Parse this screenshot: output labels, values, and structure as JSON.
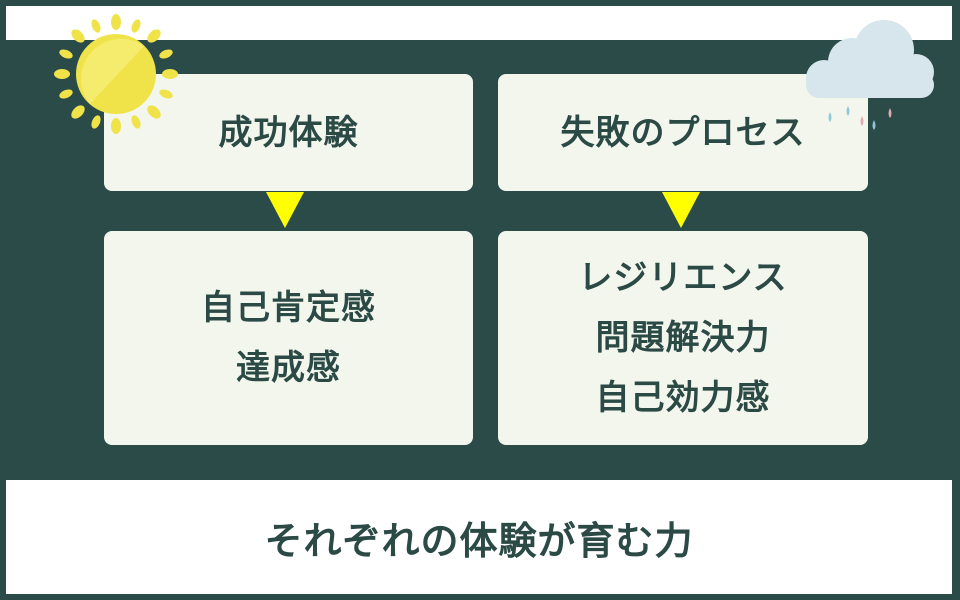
{
  "boxes": {
    "success": {
      "lines": [
        "成功体験"
      ]
    },
    "failure": {
      "lines": [
        "失敗のプロセス"
      ]
    },
    "self_esteem": {
      "lines": [
        "自己肯定感",
        "達成感"
      ]
    },
    "resilience": {
      "lines": [
        "レジリエンス",
        "問題解決力",
        "自己効力感"
      ]
    }
  },
  "footer": {
    "caption": "それぞれの体験が育む力"
  },
  "icons": {
    "sun": "sun-icon",
    "cloud": "rain-cloud-icon"
  },
  "colors": {
    "background": "#2a4b48",
    "box_fill": "#f2f6ec",
    "text": "#2b4a45",
    "arrow": "#ffff00",
    "sun": "#f0e34a"
  }
}
